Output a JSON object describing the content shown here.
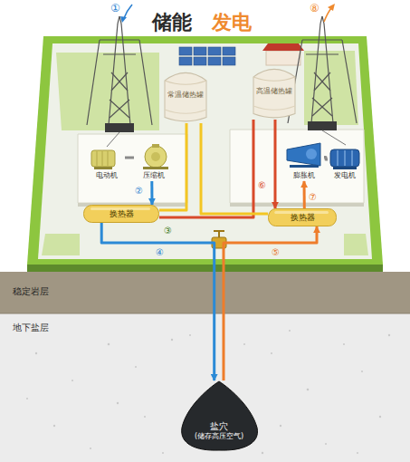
{
  "diagram": {
    "nodes": [
      {
        "text": [
          "常温储热罐"
        ]
      },
      {
        "text": [
          "高温储热罐"
        ]
      },
      {
        "text": [
          "电动机"
        ]
      },
      {
        "text": [
          "压缩机"
        ]
      },
      {
        "text": [
          "膨胀机"
        ]
      },
      {
        "text": [
          "发电机"
        ]
      },
      {
        "text": [
          "换热器"
        ]
      },
      {
        "text": [
          "换热器"
        ]
      },
      {
        "text": [
          "盐穴",
          "(储存高压空气)"
        ]
      }
    ],
    "edges": [
      {
        "from": 2,
        "to": 3,
        "arrow": "none"
      },
      {
        "from": 3,
        "to": 6,
        "arrow": "to"
      },
      {
        "from": 6,
        "to": 0,
        "arrow": "none"
      },
      {
        "from": 6,
        "to": 1,
        "arrow": "none"
      },
      {
        "from": 1,
        "to": 7,
        "arrow": "to"
      },
      {
        "from": 7,
        "to": 0,
        "arrow": "none"
      },
      {
        "from": 6,
        "to": 8,
        "arrow": "to"
      },
      {
        "from": 8,
        "to": 7,
        "arrow": "to"
      },
      {
        "from": 7,
        "to": 4,
        "arrow": "to"
      },
      {
        "from": 4,
        "to": 5,
        "arrow": "none"
      }
    ],
    "labels": [
      "储能",
      "发电",
      "①",
      "②",
      "③",
      "④",
      "⑤",
      "⑥",
      "⑦",
      "⑧",
      "稳定岩层",
      "地下盐层"
    ]
  }
}
